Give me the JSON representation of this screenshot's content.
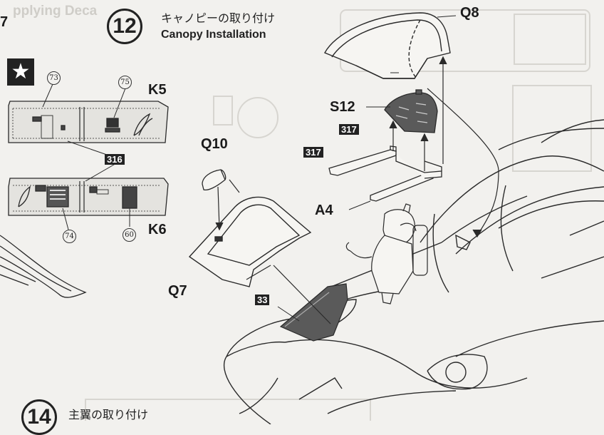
{
  "step12": {
    "number": "12",
    "title_jp": "キャノピーの取り付け",
    "title_en": "Canopy Installation"
  },
  "step14": {
    "number": "14",
    "title_jp": "主翼の取り付け"
  },
  "edge_texts": {
    "top_left_fragment": "7",
    "bleed_text": "pplying Deca"
  },
  "labels": {
    "q8": "Q8",
    "s12": "S12",
    "q10": "Q10",
    "a4": "A4",
    "q7": "Q7",
    "k5": "K5",
    "k6": "K6"
  },
  "part_tags": {
    "tag_317_upper": "317",
    "tag_317_lower": "317",
    "tag_316": "316",
    "tag_33": "33"
  },
  "decal_numbers": {
    "d73": "73",
    "d75": "75",
    "d74": "74",
    "d60": "60"
  },
  "colors": {
    "ink": "#1b1b1b",
    "paper": "#f2f1ee",
    "panel_fill": "#e4e3df",
    "tint_part": "#5a5a5a"
  }
}
